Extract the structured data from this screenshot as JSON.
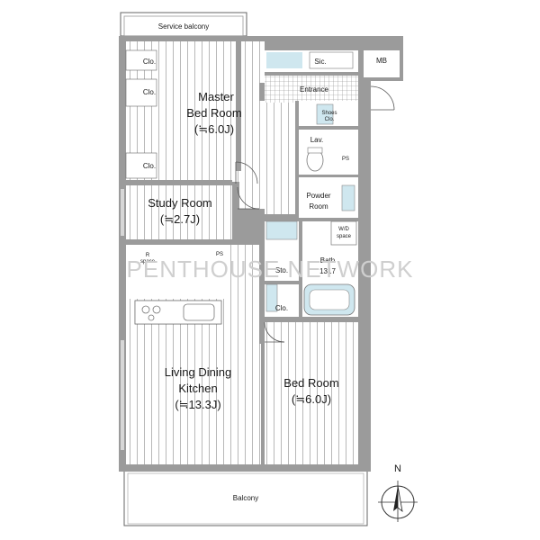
{
  "floorplan": {
    "service_balcony": "Service balcony",
    "mb": "MB",
    "sic": "Sic.",
    "entrance": "Entrance",
    "shoes_clo_line1": "Shoes",
    "shoes_clo_line2": "Clo.",
    "lav": "Lav.",
    "ps_upper": "PS",
    "ps_lower": "PS",
    "powder_room_line1": "Powder",
    "powder_room_line2": "Room",
    "wd_line1": "W/D",
    "wd_line2": "space",
    "bath_line1": "Bath",
    "bath_line2": "1317",
    "sto": "Sto.",
    "clo": "Clo.",
    "r_space_line1": "R",
    "r_space_line2": "space",
    "master_bed_line1": "Master",
    "master_bed_line2": "Bed Room",
    "master_bed_line3": "(≒6.0J)",
    "study_line1": "Study Room",
    "study_line2": "(≒2.7J)",
    "ldk_line1": "Living Dining",
    "ldk_line2": "Kitchen",
    "ldk_line3": "(≒13.3J)",
    "bedroom_line1": "Bed Room",
    "bedroom_line2": "(≒6.0J)",
    "balcony": "Balcony",
    "north": "N",
    "watermark": "PENTHOUSE NETWORK"
  }
}
